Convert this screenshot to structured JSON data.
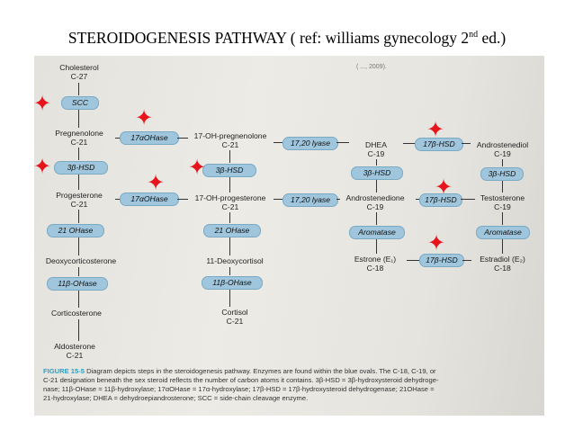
{
  "title": {
    "main": "STEROIDOGENESIS PATHWAY ( ref: williams gynecology 2",
    "sup": "nd",
    "end": " ed.)"
  },
  "top_snippet": "( ..., 2009).",
  "nodes": {
    "cholesterol": "Cholesterol",
    "cholesterol_c": "C-27",
    "preg": "Pregnenolone",
    "preg_c": "C-21",
    "oh_preg": "17-OH-pregnenolone",
    "oh_preg_c": "C-21",
    "dhea": "DHEA",
    "dhea_c": "C-19",
    "androstenediol": "Androstenediol",
    "androstenediol_c": "C-19",
    "prog": "Progesterone",
    "prog_c": "C-21",
    "oh_prog": "17-OH-progesterone",
    "oh_prog_c": "C-21",
    "androstenedione": "Androstenedione",
    "androstenedione_c": "C-19",
    "testosterone": "Testosterone",
    "testosterone_c": "C-19",
    "doc": "Deoxycorticosterone",
    "deoxycortisol": "11-Deoxycortisol",
    "estrone": "Estrone (E₁)",
    "estrone_c": "C-18",
    "estradiol": "Estradiol (E₂)",
    "estradiol_c": "C-18",
    "corticosterone": "Corticosterone",
    "cortisol": "Cortisol",
    "cortisol_c": "C-21",
    "aldosterone": "Aldosterone",
    "aldosterone_c": "C-21"
  },
  "enzymes": {
    "scc": "SCC",
    "ohase17": "17αOHase",
    "lyase": "17,20 lyase",
    "hsd17": "17β-HSD",
    "hsd3": "3β-HSD",
    "ohase21": "21 OHase",
    "aromatase": "Aromatase",
    "ohase11": "11β-OHase"
  },
  "caption": {
    "label": "FIGURE 15-5",
    "line1": " Diagram depicts steps in the steroidogenesis pathway. Enzymes are found within the blue ovals. The C-18, C-19, or",
    "line2": "C-21 designation beneath the sex steroid reflects the number of carbon atoms it contains. 3β-HSD = 3β-hydroxysteroid dehydroge-",
    "line3": "nase; 11β-OHase = 11β-hydroxylase; 17αOHase = 17α-hydroxylase; 17β-HSD = 17β-hydroxysteroid dehydrogenase; 21OHase =",
    "line4": "21-hydroxylase; DHEA = dehydroepiandrosterone; SCC = side-chain cleavage enzyme."
  },
  "colors": {
    "enzyme_oval": "#9fc6dc",
    "star": "#e8141c",
    "caption_label": "#2a9fc4"
  },
  "star_symbol": "✦"
}
